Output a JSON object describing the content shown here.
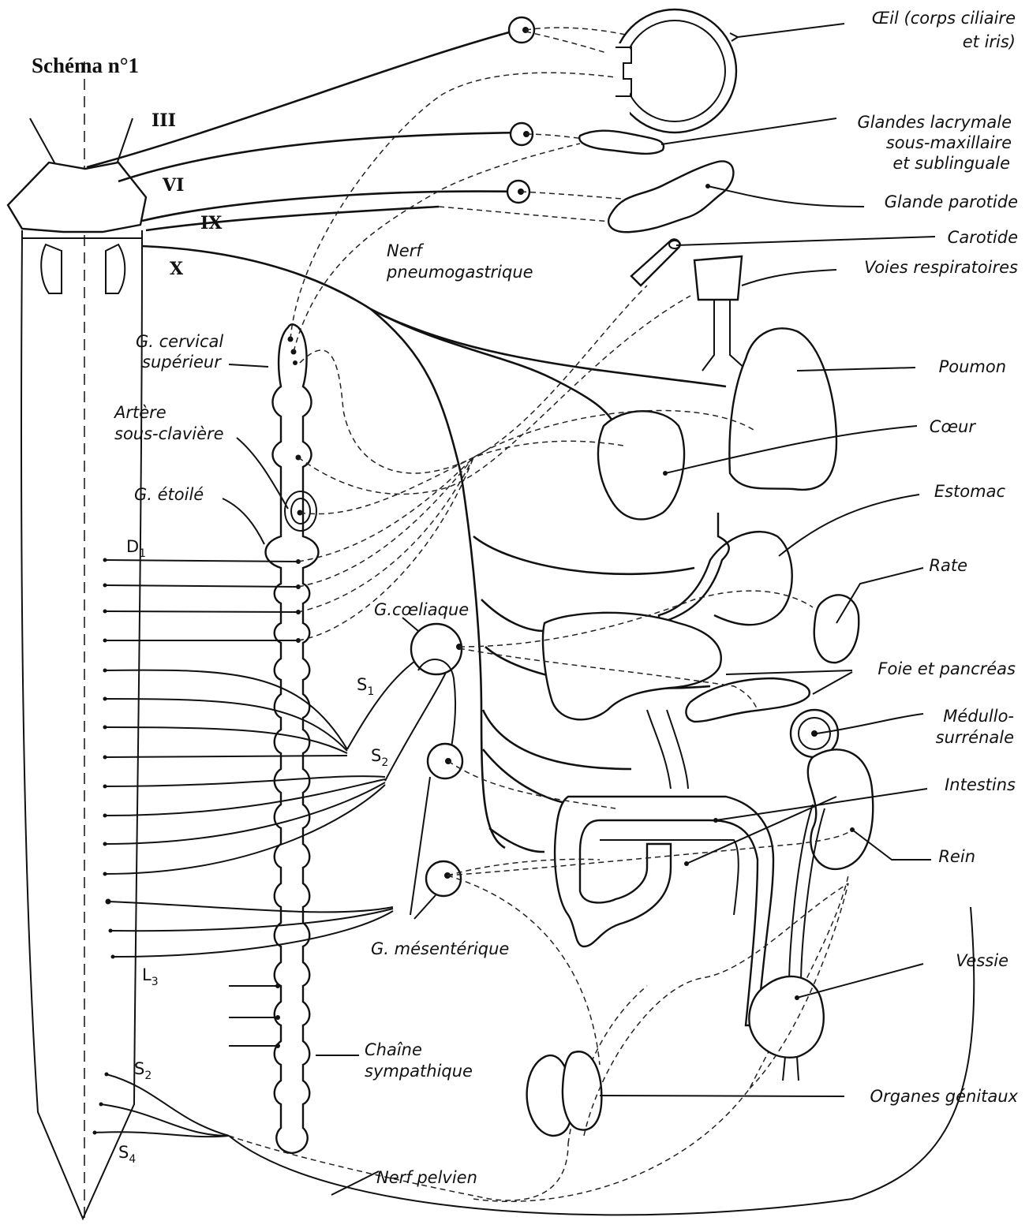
{
  "title": "Schéma n°1",
  "cranial_nerves": {
    "III": "III",
    "VI": "VI",
    "IX": "IX",
    "X": "X"
  },
  "spinal_labels": {
    "D1": "D",
    "D1_sub": "1",
    "L3": "L",
    "L3_sub": "3",
    "S2": "S",
    "S2_sub": "2",
    "S4": "S",
    "S4_sub": "4"
  },
  "ganglion_side_labels": {
    "S1": "S",
    "S1_sub": "1",
    "S2": "S",
    "S2_sub": "2"
  },
  "labels": {
    "oeil_1": "Œil (corps ciliaire",
    "oeil_2": "et iris)",
    "glandes_1": "Glandes lacrymale",
    "glandes_2": "sous-maxillaire",
    "glandes_3": "et sublinguale",
    "parotide": "Glande parotide",
    "carotide": "Carotide",
    "voies": "Voies respiratoires",
    "nerf_pneumo_1": "Nerf",
    "nerf_pneumo_2": "pneumogastrique",
    "g_cervical_1": "G. cervical",
    "g_cervical_2": "supérieur",
    "artere_1": "Artère",
    "artere_2": "sous-clavière",
    "g_etoile": "G. étoilé",
    "poumon": "Poumon",
    "coeur": "Cœur",
    "estomac": "Estomac",
    "rate": "Rate",
    "g_coeliaque": "G.cœliaque",
    "foie": "Foie et pancréas",
    "medullo_1": "Médullo-",
    "medullo_2": "surrénale",
    "intestins": "Intestins",
    "rein": "Rein",
    "g_mesenterique": "G. mésentérique",
    "vessie": "Vessie",
    "chaine_1": "Chaîne",
    "chaine_2": "sympathique",
    "organes": "Organes  génitaux",
    "nerf_pelvien": "Nerf pelvien"
  }
}
